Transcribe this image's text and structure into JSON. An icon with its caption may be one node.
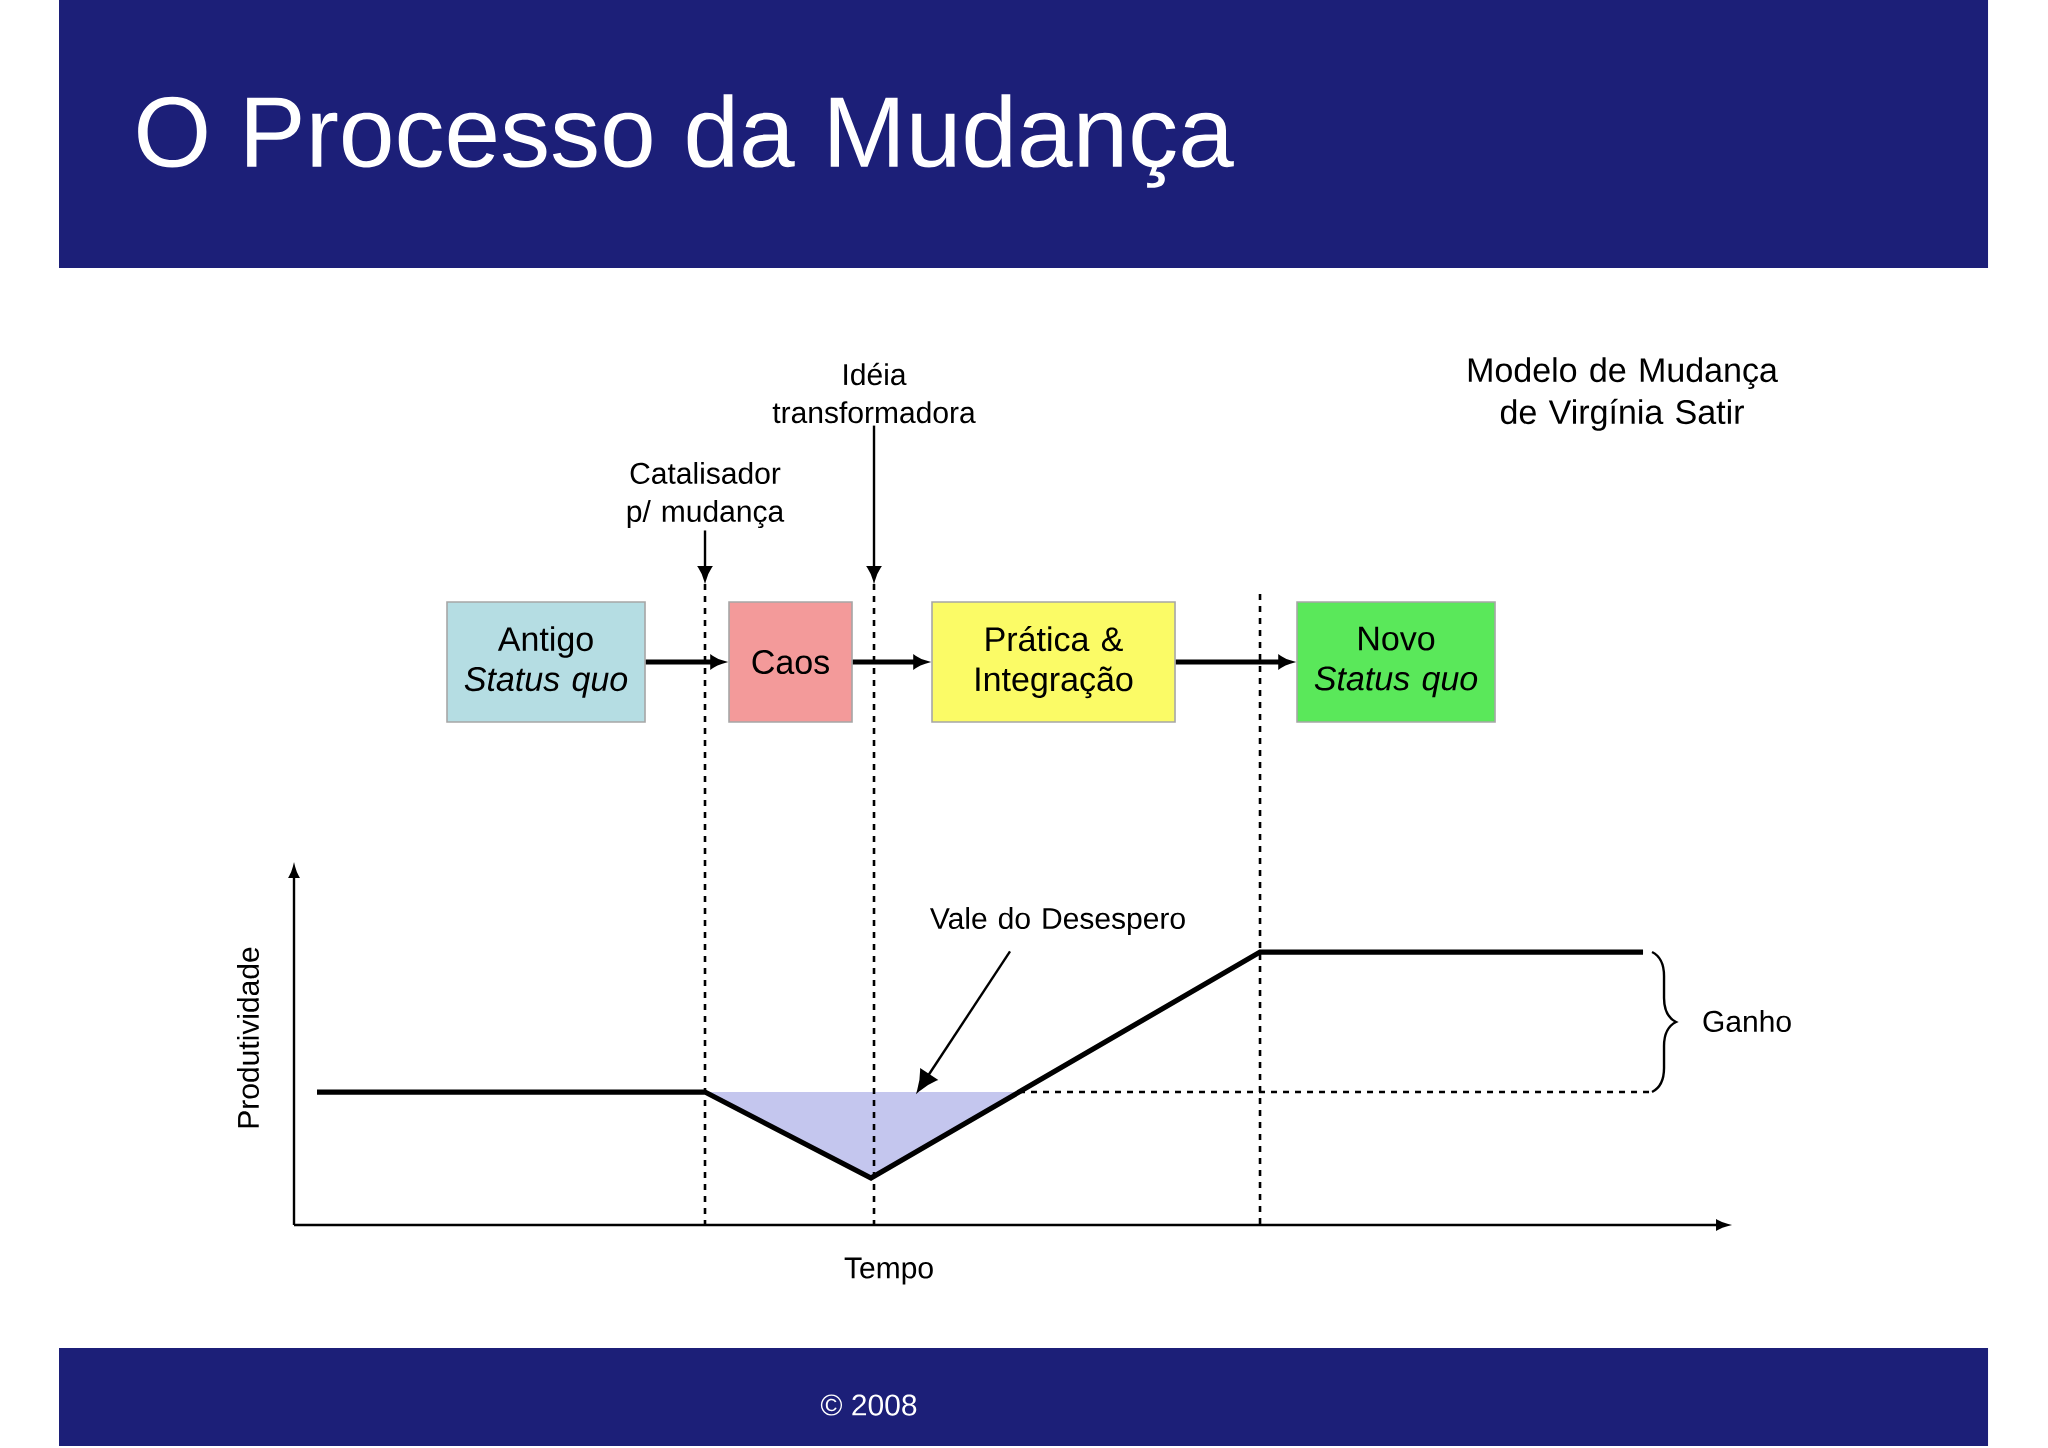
{
  "diagram": {
    "title": "O Processo da Mudança",
    "nodes": [
      {
        "text": [
          "Antigo *Status quo*"
        ]
      },
      {
        "text": [
          "Caos"
        ]
      },
      {
        "text": [
          "Prática & Integração"
        ]
      },
      {
        "text": [
          "Novo *Status quo*"
        ]
      },
      {
        "text": [
          "Catalisador p/ mudança"
        ]
      },
      {
        "text": [
          "Idéia transformadora"
        ]
      },
      {
        "text": [
          "Vale do Desespero"
        ]
      },
      {
        "text": [],
        "shape": "triangle"
      }
    ],
    "edges": [
      {
        "from": 0,
        "to": 1,
        "arrow": "to"
      },
      {
        "from": 1,
        "to": 2,
        "arrow": "to"
      },
      {
        "from": 2,
        "to": 3,
        "arrow": "to"
      },
      {
        "from": 4,
        "to": null,
        "arrow": "to"
      },
      {
        "from": 5,
        "to": null,
        "arrow": "to"
      },
      {
        "from": 6,
        "to": 7,
        "arrow": "to"
      }
    ],
    "labels": [
      "Modelo de Mudança de Virgínia Satir",
      "Produtividade",
      "Ganho",
      "Tempo",
      "© 2008"
    ]
  }
}
